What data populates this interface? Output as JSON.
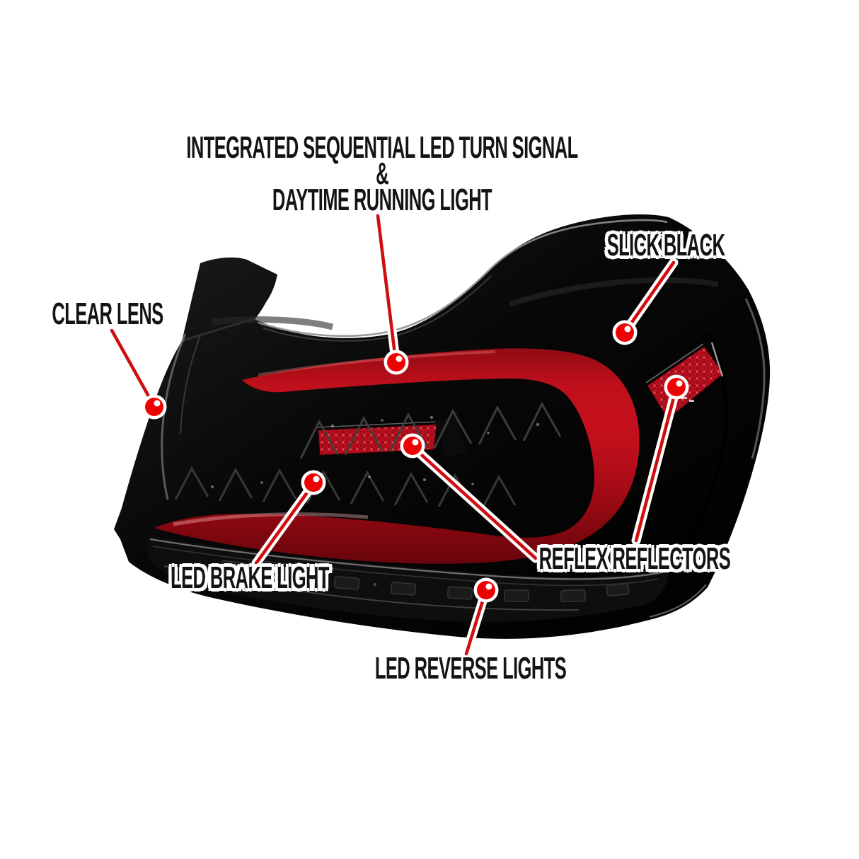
{
  "colors": {
    "background": "#ffffff",
    "leader_red": "#cf0e12",
    "marker_red": "#ec0202",
    "marker_ring": "#ffffff",
    "label_text": "#141414",
    "label_outline": "#ffffff",
    "body_black": "#070707",
    "light_bar_red": "#c5101c",
    "reflector_red": "#b60f1d"
  },
  "annotations": {
    "turn_signal": {
      "line1": "INTEGRATED SEQUENTIAL LED TURN SIGNAL",
      "line2": "&",
      "line3": "DAYTIME RUNNING LIGHT"
    },
    "slick_black": {
      "label": "SLICK BLACK"
    },
    "clear_lens": {
      "label": "CLEAR LENS"
    },
    "led_brake_light": {
      "label": "LED BRAKE LIGHT"
    },
    "reflex_reflectors": {
      "label": "REFLEX REFLECTORS"
    },
    "led_reverse_lights": {
      "label": "LED REVERSE LIGHTS"
    }
  }
}
